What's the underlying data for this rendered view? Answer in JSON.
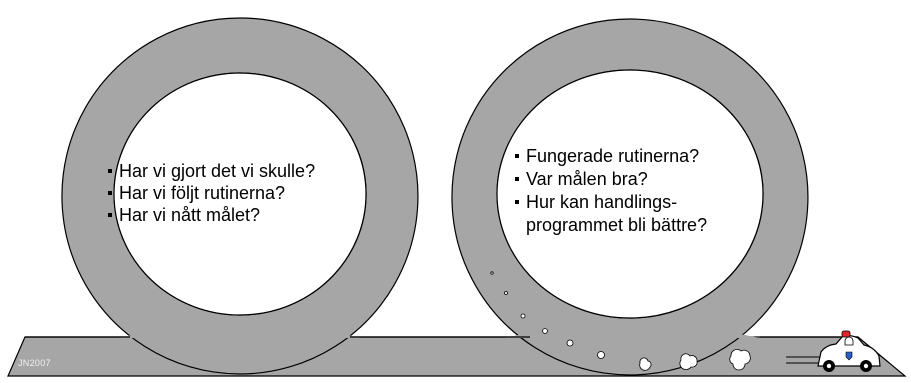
{
  "loops": {
    "left": {
      "bullets": [
        "Har vi gjort det vi skulle?",
        "Har vi följt rutinerna?",
        "Har vi nått målet?"
      ]
    },
    "right": {
      "bullets": [
        {
          "line1": "Fungerade rutinerna?",
          "line2": ""
        },
        {
          "line1": "Var målen bra?",
          "line2": ""
        },
        {
          "line1": "Hur kan handlings-",
          "line2": "programmet bli bättre?"
        }
      ]
    }
  },
  "signature": "JN2007",
  "colors": {
    "track": "#a6a6a6",
    "outline": "#000000",
    "background": "#ffffff",
    "car_body": "#ffffff",
    "car_light": "#e0262d",
    "car_badge": "#2b5cc7"
  }
}
